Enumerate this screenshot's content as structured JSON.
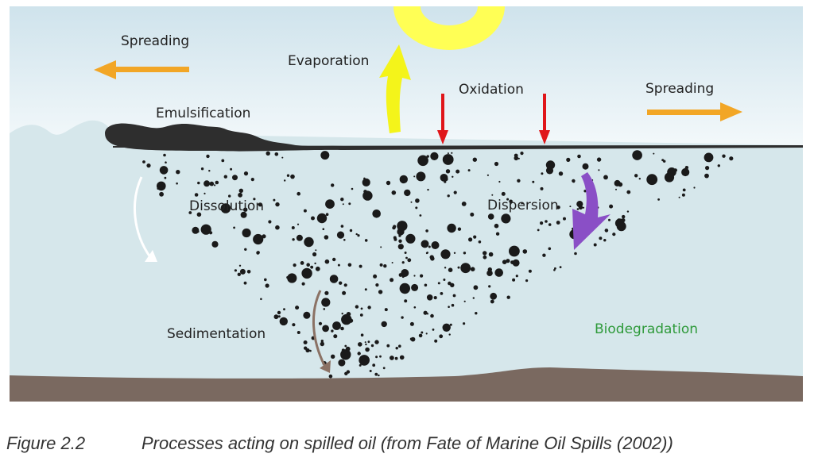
{
  "labels": {
    "spreading_left": "Spreading",
    "evaporation": "Evaporation",
    "oxidation": "Oxidation",
    "spreading_right": "Spreading",
    "emulsification": "Emulsification",
    "dissolution": "Dissolution",
    "dispersion": "Dispersion",
    "sedimentation": "Sedimentation",
    "biodegradation": "Biodegradation"
  },
  "caption": {
    "figure_number": "Figure 2.2",
    "text": "Processes acting on spilled oil (from Fate of Marine Oil Spills (2002))"
  },
  "colors": {
    "sky_top": "#cfe3ec",
    "sky_bottom": "#f4f9fb",
    "water": "#d6e7eb",
    "oil": "#2e2e2e",
    "droplet": "#1a1a1a",
    "seabed": "#7a6960",
    "sun": "#ffff55",
    "spreading_arrow": "#f2a626",
    "evaporation_arrow": "#f4f41a",
    "oxidation_arrow": "#e0161a",
    "dispersion_arrow": "#8a4fc6",
    "sedimentation_arrow": "#8b7265",
    "dissolution_arrow": "#ffffff",
    "biodegradation_text": "#2e9a3a"
  }
}
